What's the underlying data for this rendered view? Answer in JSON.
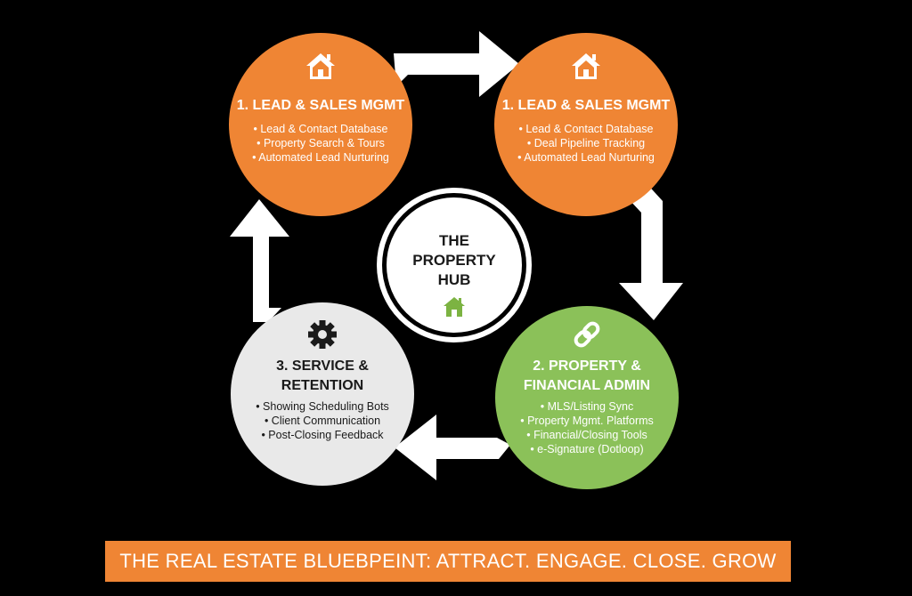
{
  "hub": {
    "lines": [
      "THE",
      "PROPERTY",
      "HUB"
    ],
    "icon": "house-icon",
    "icon_color": "#7cb342"
  },
  "nodes": [
    {
      "id": "top-left",
      "icon": "house-icon",
      "fill": "#ef8534",
      "text_color": "#ffffff",
      "title_lines": [
        "1. LEAD & SALES MGMT"
      ],
      "items": [
        "Lead & Contact Database",
        "Property Search & Tours",
        "Automated Lead Nurturing"
      ]
    },
    {
      "id": "top-right",
      "icon": "house-icon",
      "fill": "#ef8534",
      "text_color": "#ffffff",
      "title_lines": [
        "1. LEAD & SALES MGMT"
      ],
      "items": [
        "Lead & Contact Database",
        "Deal Pipeline Tracking",
        "Automated Lead Nurturing"
      ]
    },
    {
      "id": "bottom-right",
      "icon": "link-icon",
      "fill": "#8bc159",
      "text_color": "#ffffff",
      "title_lines": [
        "2. PROPERTY &",
        "FINANCIAL ADMIN"
      ],
      "items": [
        "MLS/Listing Sync",
        "Property Mgmt. Platforms",
        "Financial/Closing Tools",
        "e-Signature (Dotloop)"
      ]
    },
    {
      "id": "bottom-left",
      "icon": "gear-icon",
      "fill": "#e9e9e9",
      "text_color": "#1a1a1a",
      "title_lines": [
        "3. SERVICE &",
        "RETENTION"
      ],
      "items": [
        "Showing Scheduling Bots",
        "Client Communication",
        "Post-Closing Feedback"
      ]
    }
  ],
  "banner": {
    "text": "THE REAL ESTATE BLUEBPEINT: ATTRACT. ENGAGE. CLOSE. GROW",
    "color": "#ef8534"
  }
}
